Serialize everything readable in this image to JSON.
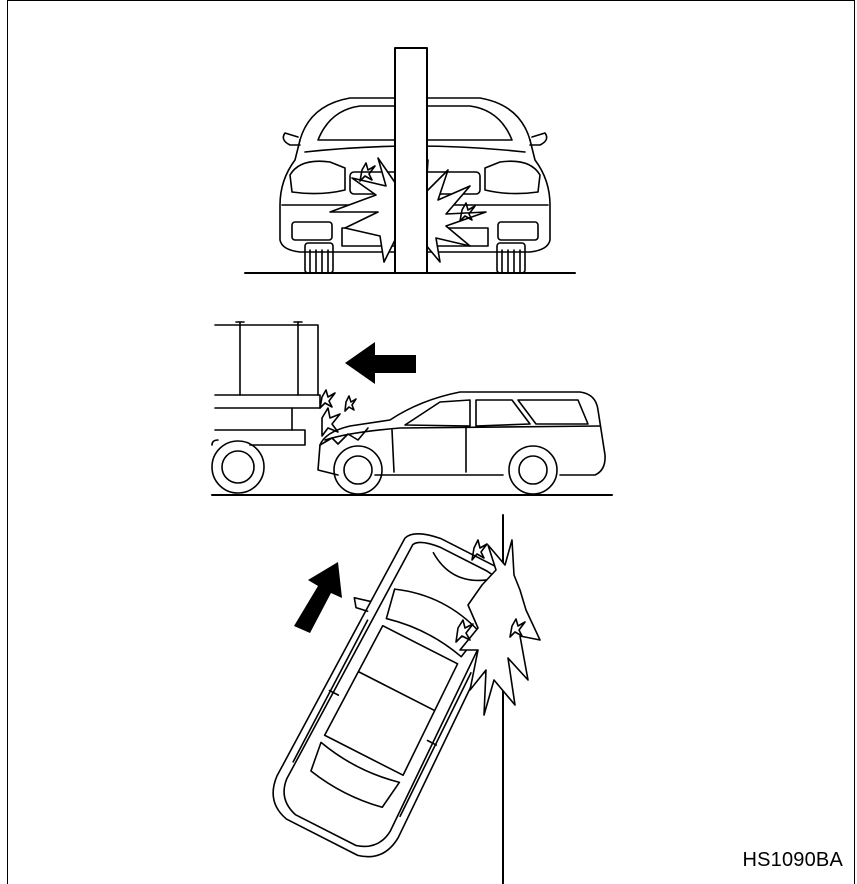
{
  "figure": {
    "code": "HS1090BA",
    "scenes": [
      {
        "name": "frontal-pole-impact",
        "icon": "pole-collision"
      },
      {
        "name": "underride-truck-impact",
        "icon": "rear-truck-collision",
        "arrow": "arrow-left"
      },
      {
        "name": "angled-wall-impact",
        "icon": "oblique-collision",
        "arrow": "arrow-up-right"
      }
    ]
  }
}
